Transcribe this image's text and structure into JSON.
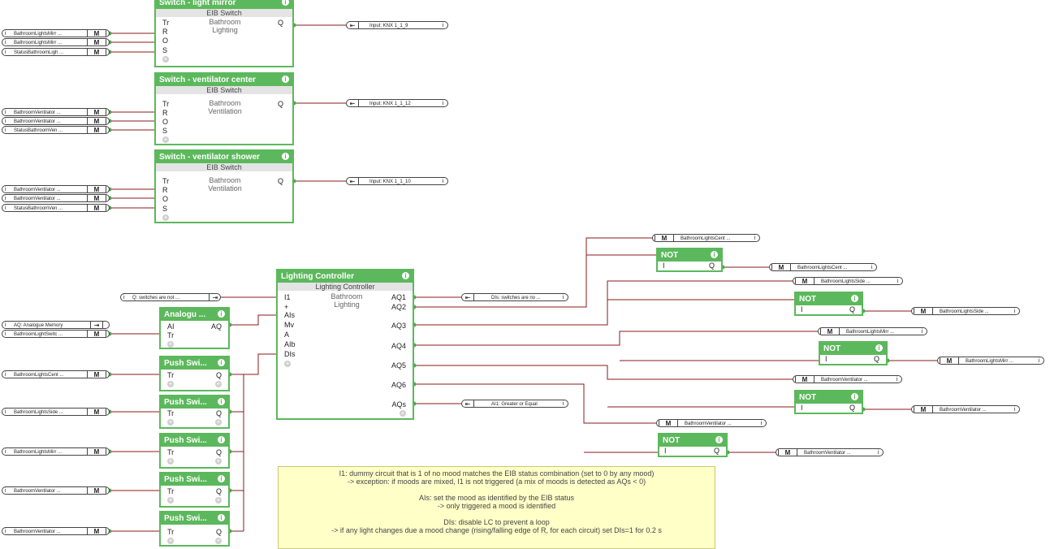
{
  "blocks": {
    "light_mirror": {
      "title": "Switch - light mirror",
      "type": "EIB Switch",
      "line1": "Bathroom",
      "line2": "Lighting",
      "inputs": [
        "Tr",
        "R",
        "O",
        "S"
      ],
      "output": "Q"
    },
    "vent_center": {
      "title": "Switch - ventilator center",
      "type": "EIB Switch",
      "line1": "Bathroom",
      "line2": "Ventilation",
      "inputs": [
        "Tr",
        "R",
        "O",
        "S"
      ],
      "output": "Q"
    },
    "vent_shower": {
      "title": "Switch - ventilator shower",
      "type": "EIB Switch",
      "line1": "Bathroom",
      "line2": "Ventilation",
      "inputs": [
        "Tr",
        "R",
        "O",
        "S"
      ],
      "output": "Q"
    },
    "lighting_controller": {
      "title": "Lighting Controller",
      "type": "Lighting Controller",
      "line1": "Bathroom",
      "line2": "Lighting",
      "inputs": [
        "I1",
        "+",
        "AIs",
        "Mv",
        "A",
        "AIb",
        "DIs"
      ],
      "outputs": [
        "AQ1",
        "AQ2",
        "AQ3",
        "AQ4",
        "AQ5",
        "AQ6",
        "AQs"
      ]
    },
    "analogue": {
      "title": "Analogu ...",
      "inputs": [
        "AI",
        "Tr"
      ],
      "output": "AQ"
    },
    "push": [
      {
        "title": "Push Swi...",
        "in": "Tr",
        "out": "Q"
      },
      {
        "title": "Push Swi...",
        "in": "Tr",
        "out": "Q"
      },
      {
        "title": "Push Swi...",
        "in": "Tr",
        "out": "Q"
      },
      {
        "title": "Push Swi...",
        "in": "Tr",
        "out": "Q"
      },
      {
        "title": "Push Swi...",
        "in": "Tr",
        "out": "Q"
      }
    ],
    "not_label": "NOT",
    "not_in": "I",
    "not_out": "Q"
  },
  "inputs_left": {
    "mirror": [
      "BathroomLightsMirr ...",
      "BathroomLightsMirr ...",
      "StatusBathroomLigh ..."
    ],
    "center": [
      "BathroomVentilator ...",
      "BathroomVentilator ...",
      "StatusBathroomVen ..."
    ],
    "shower": [
      "BathroomVentilator ...",
      "BathroomVentilator ...",
      "StatusBathroomVen ..."
    ],
    "analogue": [
      "AQ: Analogue Memory",
      "BathroomLightSwitc ..."
    ],
    "push": [
      "BathroomLightsCent ...",
      "BathroomLightsSide ...",
      "BathroomLightsMirr ...",
      "BathroomVentilator ...",
      "BathroomVentilator ..."
    ],
    "q_switches": "Q: switches are not ..."
  },
  "knx_outputs": [
    "Input: KNX 1_1_9",
    "Input: KNX 1_1_12",
    "Input: KNX 1_1_10"
  ],
  "lc_outputs": {
    "dis": "DIs: switches are no ...",
    "ai1": "AI1: Greater or Equal"
  },
  "right_outputs": [
    "BathroomLightsCent ...",
    "BathroomLightsCent ...",
    "BathroomLightsSide ...",
    "BathroomLightsSide ...",
    "BathroomLightsMirr ...",
    "BathroomLightsMirr ...",
    "BathroomVentilator ...",
    "BathroomVentilator ...",
    "BathroomVentilator ...",
    "BathroomVentilator ..."
  ],
  "m_label": "M",
  "note": [
    "I1: dummy circuit that is 1 of no mood matches the EIB status combination (set to 0 by any mood)",
    "-> exception: if moods are mixed, I1 is not triggered (a mix of moods is detected as AQs < 0)",
    "",
    "AIs: set the mood as identified by the EIB status",
    "-> only triggered a mood is identified",
    "",
    "DIs: disable LC to prevent a loop",
    "-> if any light changes due a mood change (rising/falling edge of R, for each circuit) set DIs=1 for 0.2 s"
  ],
  "colors": {
    "block": "#5cb85c",
    "wire": "#8b1a1a",
    "wire_green": "#4a9a4a",
    "note_bg": "#ffffc8"
  }
}
